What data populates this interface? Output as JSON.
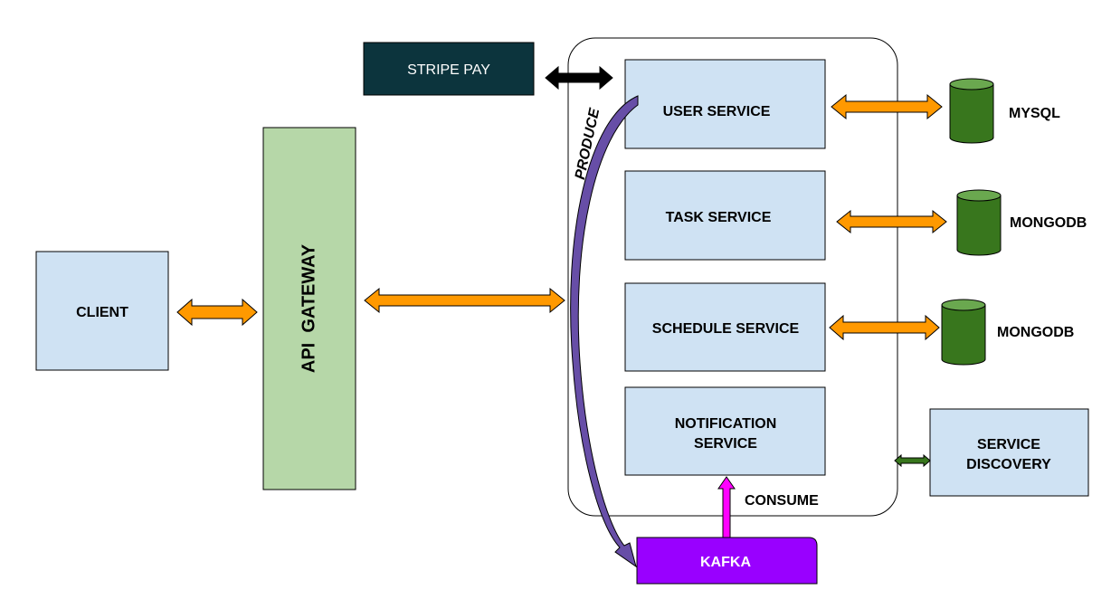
{
  "nodes": {
    "client": "CLIENT",
    "api_gateway": "API  GATEWAY",
    "stripe_pay": "STRIPE PAY",
    "user_service": "USER SERVICE",
    "task_service": "TASK SERVICE",
    "schedule_service": "SCHEDULE SERVICE",
    "notification_service": [
      "NOTIFICATION",
      "SERVICE"
    ],
    "service_discovery": [
      "SERVICE",
      "DISCOVERY"
    ],
    "kafka": "KAFKA",
    "mysql": "MYSQL",
    "mongodb_task": "MONGODB",
    "mongodb_schedule": "MONGODB"
  },
  "edge_labels": {
    "produce": "PRODUCE",
    "consume": "CONSUME"
  },
  "colors": {
    "service_fill": "#cfe2f3",
    "gateway_fill": "#b6d7a8",
    "stripe_fill": "#0c343d",
    "kafka_fill": "#9900ff",
    "db_fill": "#38761d",
    "db_top": "#6aa84f",
    "arrow_orange": "#ff9900",
    "arrow_black": "#000000",
    "arrow_green": "#38761d",
    "arrow_magenta": "#ff00ff",
    "arrow_purple": "#674ea7"
  }
}
